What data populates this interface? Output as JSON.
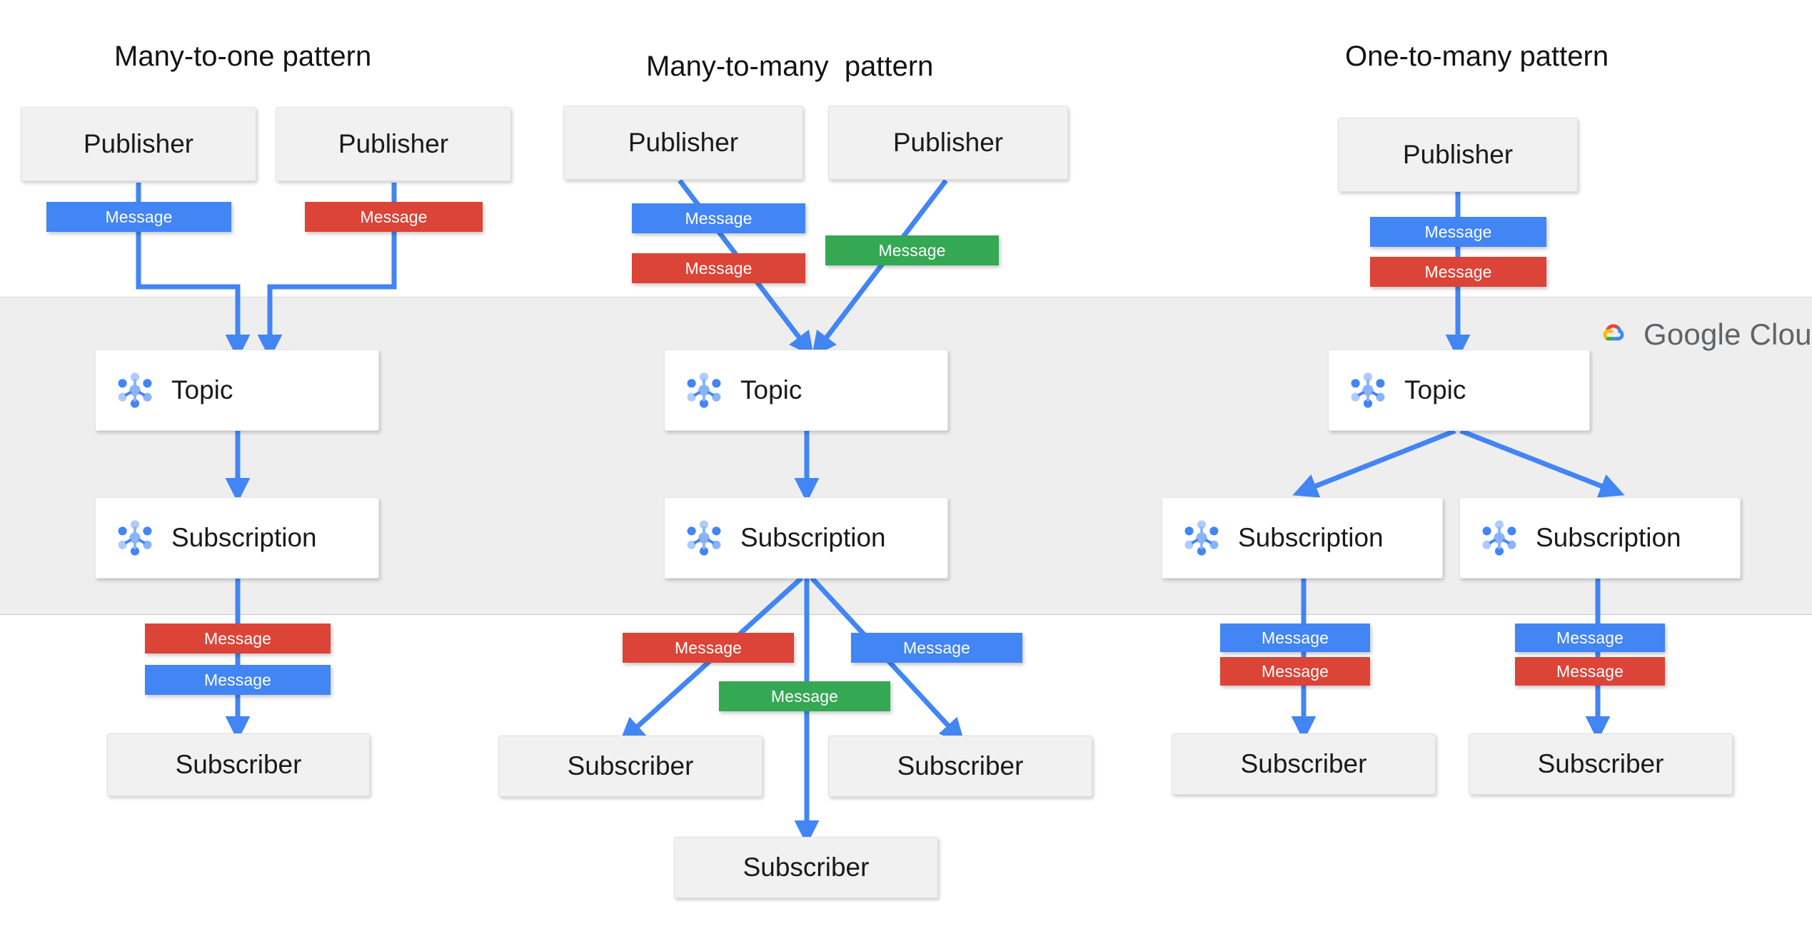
{
  "diagram": {
    "title_font_color": "#121212",
    "band": {
      "label": "google-cloud-region",
      "fill": "#EEEEEE"
    },
    "brand": {
      "name": "Google Cloud",
      "word_google": "Google",
      "word_cloud": "Cloud",
      "logo_colors": {
        "red": "#EA4335",
        "yellow": "#FBBC05",
        "green": "#34A853",
        "blue": "#4285F4"
      },
      "text_color": "#5F6368"
    },
    "colors": {
      "message_blue": "#4285F4",
      "message_red": "#DB4437",
      "message_green": "#34A853",
      "arrow_blue": "#4285F4",
      "endpoint_fill": "#F1F1F1",
      "service_fill": "#FFFFFF",
      "band_fill": "#EEEEEE"
    },
    "labels": {
      "publisher": "Publisher",
      "subscriber": "Subscriber",
      "topic": "Topic",
      "subscription": "Subscription",
      "message": "Message"
    },
    "columns": [
      {
        "id": "many-to-one",
        "title": "Many-to-one pattern",
        "publishers": [
          "Publisher",
          "Publisher"
        ],
        "publish_messages": [
          "Message",
          "Message"
        ],
        "publish_message_colors": [
          "blue",
          "red"
        ],
        "topics": [
          "Topic"
        ],
        "subscriptions": [
          "Subscription"
        ],
        "deliver_messages": [
          "Message",
          "Message"
        ],
        "deliver_message_colors": [
          "red",
          "blue"
        ],
        "subscribers": [
          "Subscriber"
        ]
      },
      {
        "id": "many-to-many",
        "title": "Many-to-many  pattern",
        "publishers": [
          "Publisher",
          "Publisher"
        ],
        "publish_messages": [
          "Message",
          "Message",
          "Message"
        ],
        "publish_message_colors": [
          "blue",
          "red",
          "green"
        ],
        "topics": [
          "Topic"
        ],
        "subscriptions": [
          "Subscription"
        ],
        "deliver_messages": [
          "Message",
          "Message",
          "Message"
        ],
        "deliver_message_colors": [
          "red",
          "blue",
          "green"
        ],
        "subscribers": [
          "Subscriber",
          "Subscriber",
          "Subscriber"
        ]
      },
      {
        "id": "one-to-many",
        "title": "One-to-many pattern",
        "publishers": [
          "Publisher"
        ],
        "publish_messages": [
          "Message",
          "Message"
        ],
        "publish_message_colors": [
          "blue",
          "red"
        ],
        "topics": [
          "Topic"
        ],
        "subscriptions": [
          "Subscription",
          "Subscription"
        ],
        "deliver_messages": [
          "Message",
          "Message",
          "Message",
          "Message"
        ],
        "deliver_message_colors": [
          "blue",
          "red",
          "blue",
          "red"
        ],
        "subscribers": [
          "Subscriber",
          "Subscriber"
        ]
      }
    ]
  }
}
